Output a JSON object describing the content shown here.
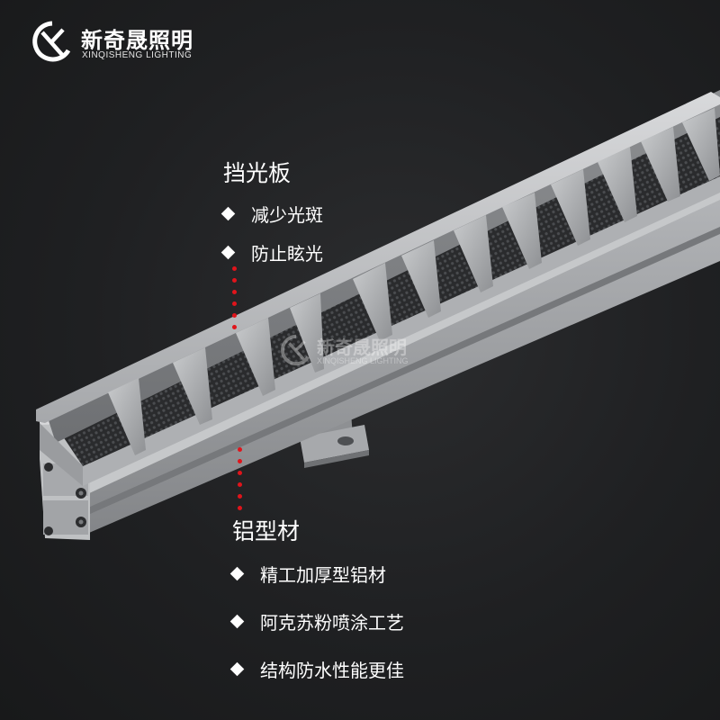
{
  "brand": {
    "name": "新奇晟照明",
    "subtitle": "XINQISHENG LIGHTING",
    "icon": "xq-logo-icon"
  },
  "watermark": {
    "name": "新奇晟照明",
    "subtitle": "XINQISHENG LIGHTING"
  },
  "callouts": {
    "baffle": {
      "title": "挡光板",
      "items": [
        "减少光斑",
        "防止眩光"
      ]
    },
    "profile": {
      "title": "铝型材",
      "items": [
        "精工加厚型铝材",
        "阿克苏粉喷涂工艺",
        "结构防水性能更佳"
      ]
    }
  },
  "colors": {
    "background": "#1f2022",
    "accent_dots": "#e0141b",
    "aluminum": "#b9bbbd"
  }
}
